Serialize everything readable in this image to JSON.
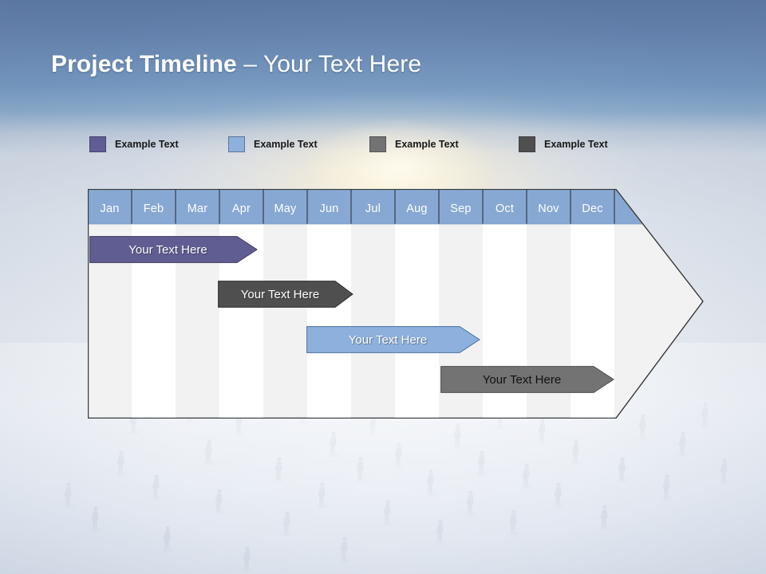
{
  "slide": {
    "title_strong": "Project Timeline",
    "title_sep": " – ",
    "title_light": "Your Text Here",
    "background_top_color": "#4f6f9c",
    "background_bottom_color": "#d2dae6"
  },
  "legend": {
    "items": [
      {
        "label": "Example Text",
        "color": "#605d93",
        "swatch_name": "legend-swatch-purple"
      },
      {
        "label": "Example Text",
        "color": "#8db0dc",
        "swatch_name": "legend-swatch-light-blue"
      },
      {
        "label": "Example Text",
        "color": "#737373",
        "swatch_name": "legend-swatch-medium-gray"
      },
      {
        "label": "Example Text",
        "color": "#4f4f4f",
        "swatch_name": "legend-swatch-dark-gray"
      }
    ]
  },
  "timeline": {
    "header_color": "#87a8d2",
    "header_text_color": "#ffffff",
    "column_fill_odd": "#f2f2f2",
    "column_fill_even": "#ffffff",
    "border_color": "#3a3a3a",
    "months": [
      "Jan",
      "Feb",
      "Mar",
      "Apr",
      "May",
      "Jun",
      "Jul",
      "Aug",
      "Sep",
      "Oct",
      "Nov",
      "Dec"
    ],
    "bars": [
      {
        "label": "Your  Text Here",
        "color": "#605d93",
        "text_color": "light",
        "start_month": "Jan",
        "end_month": "Apr",
        "row": 1
      },
      {
        "label": "Your  Text Here",
        "color": "#4f4f4f",
        "text_color": "light",
        "start_month": "Apr",
        "end_month": "Jul",
        "row": 2
      },
      {
        "label": "Your  Text Here",
        "color": "#8db0dc",
        "text_color": "light",
        "start_month": "Jun",
        "end_month": "Sep",
        "row": 3
      },
      {
        "label": "Your  Text Here",
        "color": "#737373",
        "text_color": "dark",
        "start_month": "Sep",
        "end_month": "Dec",
        "row": 4
      }
    ]
  },
  "chart_data": {
    "type": "bar",
    "title": "Project Timeline – Your Text Here",
    "xlabel": "",
    "ylabel": "",
    "categories": [
      "Jan",
      "Feb",
      "Mar",
      "Apr",
      "May",
      "Jun",
      "Jul",
      "Aug",
      "Sep",
      "Oct",
      "Nov",
      "Dec"
    ],
    "legend_position": "top",
    "grid": true,
    "series": [
      {
        "name": "Example Text",
        "label": "Your  Text Here",
        "color": "#605d93",
        "start": 0,
        "end": 4,
        "row": 1
      },
      {
        "name": "Example Text",
        "label": "Your  Text Here",
        "color": "#4f4f4f",
        "start": 3,
        "end": 7,
        "row": 2
      },
      {
        "name": "Example Text",
        "label": "Your  Text Here",
        "color": "#8db0dc",
        "start": 5,
        "end": 9,
        "row": 3
      },
      {
        "name": "Example Text",
        "label": "Your  Text Here",
        "color": "#737373",
        "start": 8,
        "end": 12,
        "row": 4
      }
    ]
  }
}
